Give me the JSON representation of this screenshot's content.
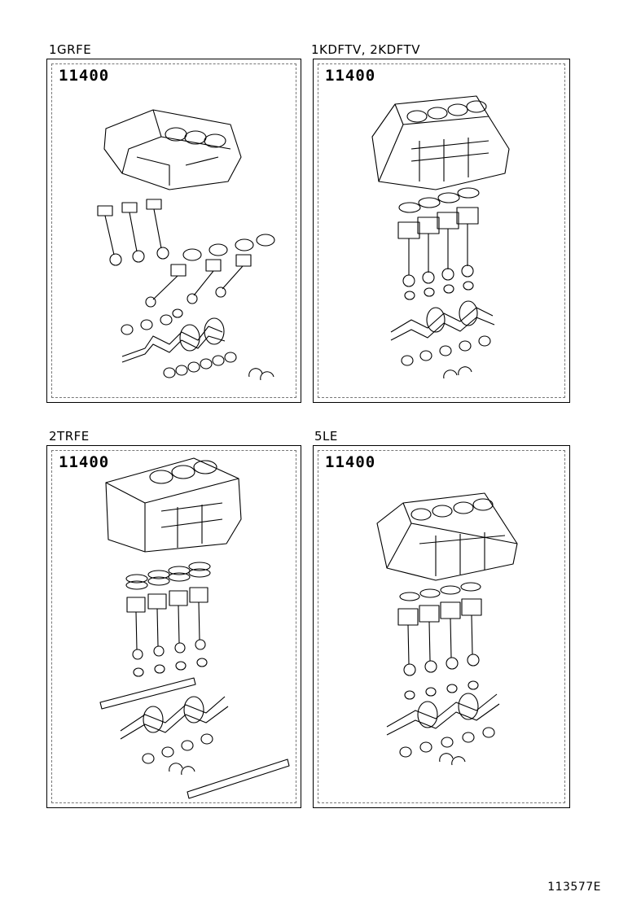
{
  "panels": [
    {
      "engine": "1GRFE",
      "part_code": "11400"
    },
    {
      "engine": "1KDFTV, 2KDFTV",
      "part_code": "11400"
    },
    {
      "engine": "2TRFE",
      "part_code": "11400"
    },
    {
      "engine": "5LE",
      "part_code": "11400"
    }
  ],
  "diagram_id": "113577E"
}
